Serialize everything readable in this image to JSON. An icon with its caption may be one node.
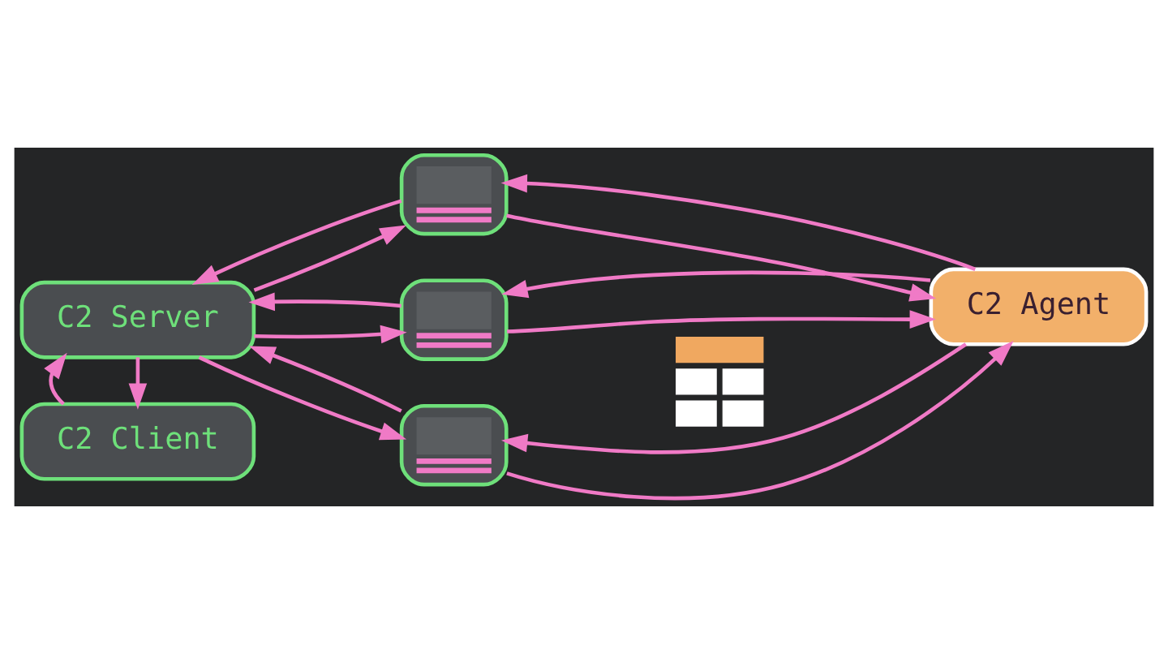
{
  "diagram": {
    "nodes": [
      {
        "text": [
          "C2 Client"
        ]
      },
      {
        "text": [
          "C2 Server"
        ]
      },
      {
        "text": [],
        "shape": "picture"
      },
      {
        "text": [],
        "shape": "picture"
      },
      {
        "text": [],
        "shape": "picture"
      },
      {
        "text": [],
        "shape": "picture"
      },
      {
        "text": [
          "C2 Agent"
        ]
      }
    ],
    "edges": [
      {
        "from": 1,
        "to": 0,
        "arrow": "to"
      },
      {
        "from": 0,
        "to": 1,
        "arrow": "to"
      },
      {
        "from": 2,
        "to": 1,
        "arrow": "to"
      },
      {
        "from": 1,
        "to": 2,
        "arrow": "to"
      },
      {
        "from": 3,
        "to": 1,
        "arrow": "to"
      },
      {
        "from": 1,
        "to": 3,
        "arrow": "to"
      },
      {
        "from": 4,
        "to": 1,
        "arrow": "to"
      },
      {
        "from": 1,
        "to": 4,
        "arrow": "to"
      },
      {
        "from": 6,
        "to": 2,
        "arrow": "to"
      },
      {
        "from": 2,
        "to": 6,
        "arrow": "to"
      },
      {
        "from": 6,
        "to": 3,
        "arrow": "to"
      },
      {
        "from": 3,
        "to": 6,
        "arrow": "to"
      },
      {
        "from": 6,
        "to": 4,
        "arrow": "to"
      },
      {
        "from": 4,
        "to": 6,
        "arrow": "to"
      }
    ]
  }
}
